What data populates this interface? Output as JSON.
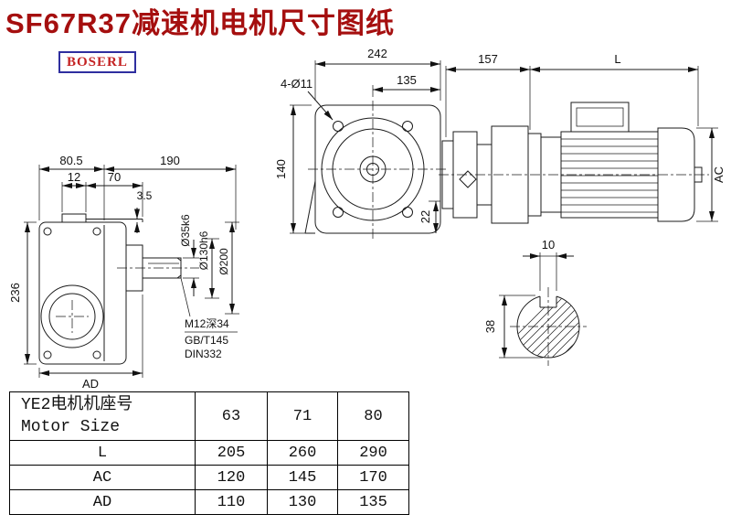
{
  "title": "SF67R37减速机电机尺寸图纸",
  "brand": "BOSERL",
  "left_view": {
    "dim_top1": "80.5",
    "dim_top2": "190",
    "dim_mid1": "12",
    "dim_mid2": "70",
    "dim_step": "3.5",
    "dim_height": "236",
    "dim_width": "AD",
    "dia_shaft": "Ø35k6",
    "dia_spigot": "Ø130h6",
    "dia_flange": "Ø200",
    "note_line1": "M12深34",
    "note_line2": "GB/T145",
    "note_line3": "DIN332"
  },
  "front_view": {
    "dim_overall_width": "242",
    "dim_half_width": "135",
    "dim_holes": "4-Ø11",
    "dim_height": "140",
    "dim_rib": "22"
  },
  "motor_view": {
    "dim_adapter": "157",
    "dim_length": "L",
    "dim_height": "AC"
  },
  "shaft_view": {
    "dim_key_width": "10",
    "dim_diameter": "38"
  },
  "table": {
    "header_cn": "YE2电机机座号",
    "header_en": "Motor Size",
    "sizes": [
      "63",
      "71",
      "80"
    ],
    "rows": [
      {
        "label": "L",
        "values": [
          "205",
          "260",
          "290"
        ]
      },
      {
        "label": "AC",
        "values": [
          "120",
          "145",
          "170"
        ]
      },
      {
        "label": "AD",
        "values": [
          "110",
          "130",
          "135"
        ]
      }
    ]
  }
}
